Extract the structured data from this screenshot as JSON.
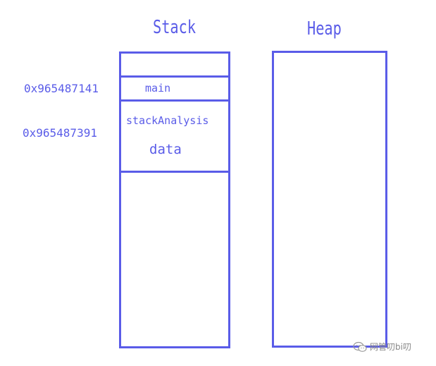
{
  "diagram": {
    "stack_title": "Stack",
    "heap_title": "Heap",
    "addresses": {
      "main": "0x965487141",
      "stack_analysis": "0x965487391"
    },
    "frames": {
      "main": "main",
      "stack_analysis": "stackAnalysis",
      "data": "data"
    }
  },
  "watermark": {
    "text": "网管叨bi叨"
  },
  "colors": {
    "accent": "#5a5ce8"
  }
}
